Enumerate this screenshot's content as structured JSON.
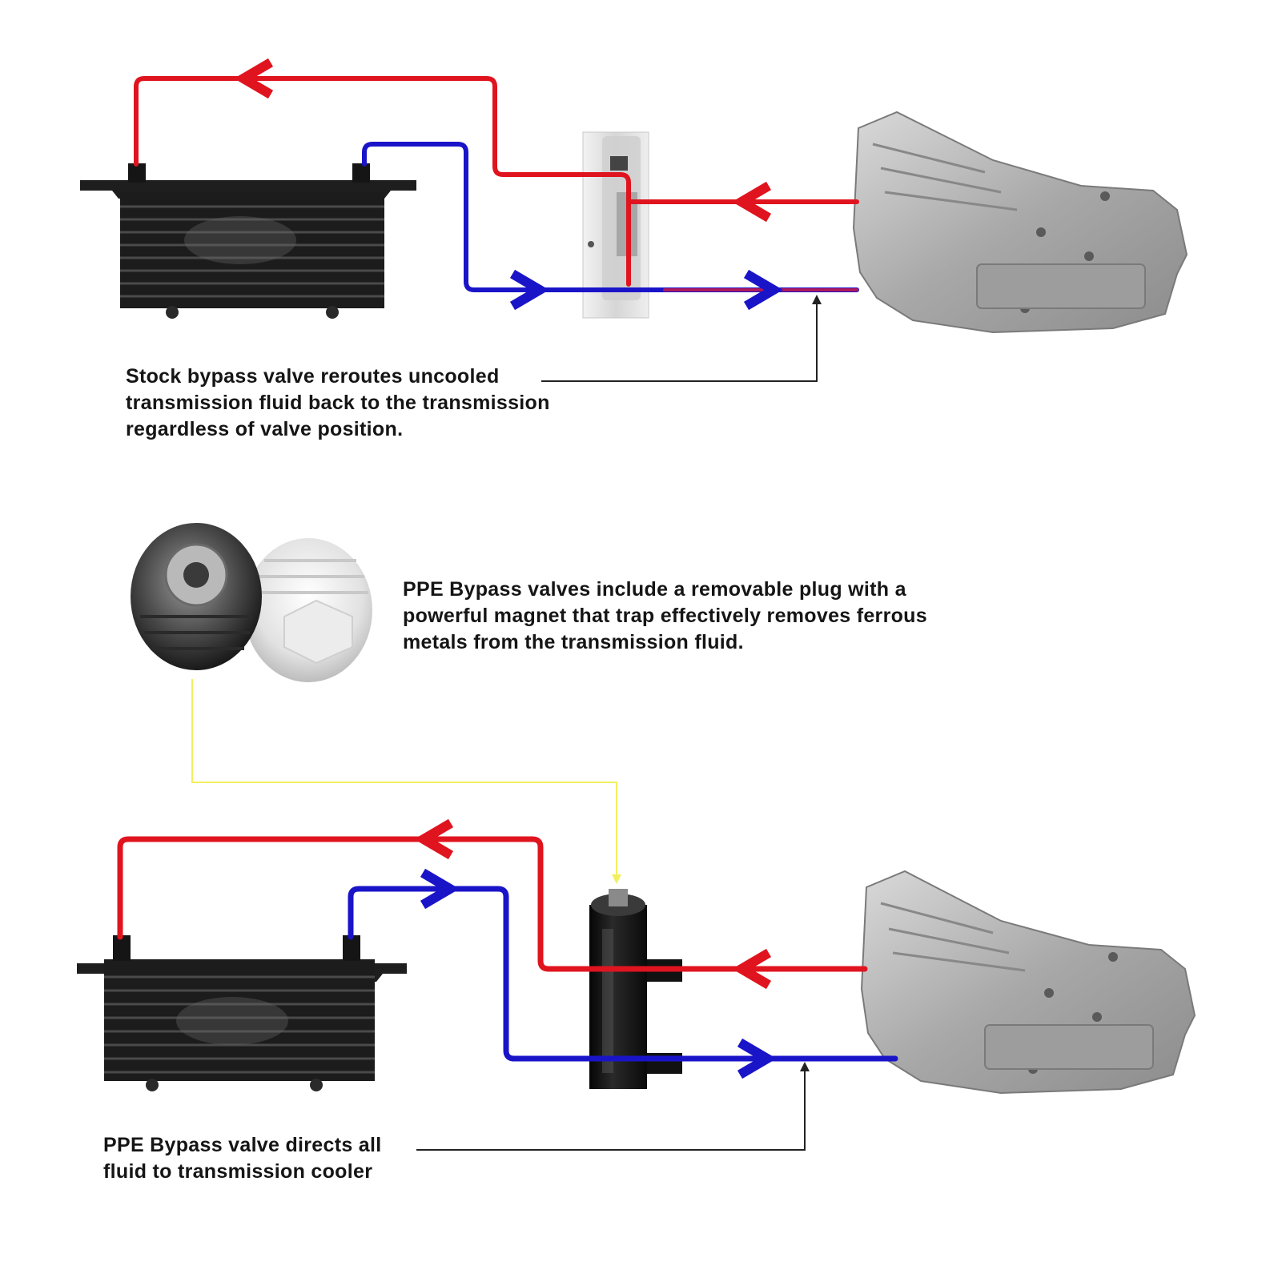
{
  "captions": {
    "stock_bypass": {
      "lines": [
        "Stock bypass valve reroutes uncooled",
        "transmission fluid back to the transmission",
        "regardless of valve position."
      ]
    },
    "magnet_plug": {
      "lines": [
        "PPE Bypass valves include a removable plug with a",
        "powerful magnet that trap effectively removes ferrous",
        "metals from the transmission fluid."
      ]
    },
    "ppe_bypass": {
      "lines": [
        "PPE Bypass valve directs all",
        "fluid to transmission cooler"
      ]
    }
  },
  "colors": {
    "hot_line": "#e0141e",
    "cool_line": "#1a14c8",
    "callout_line": "#222222",
    "magnet_callout_line": "#f2ef60",
    "cooler_body": "#1c1c1c",
    "transmission_body": "#b9b9b9",
    "stock_valve_body": "#e6e6e6",
    "ppe_valve_body": "#111111"
  },
  "icons": {
    "flow_arrow": "chevron-arrow-icon",
    "cooler": "oil-cooler-icon",
    "transmission": "transmission-icon",
    "stock_valve": "stock-bypass-valve-icon",
    "ppe_valve": "ppe-bypass-valve-icon",
    "plug": "magnetic-drain-plug-icon"
  }
}
